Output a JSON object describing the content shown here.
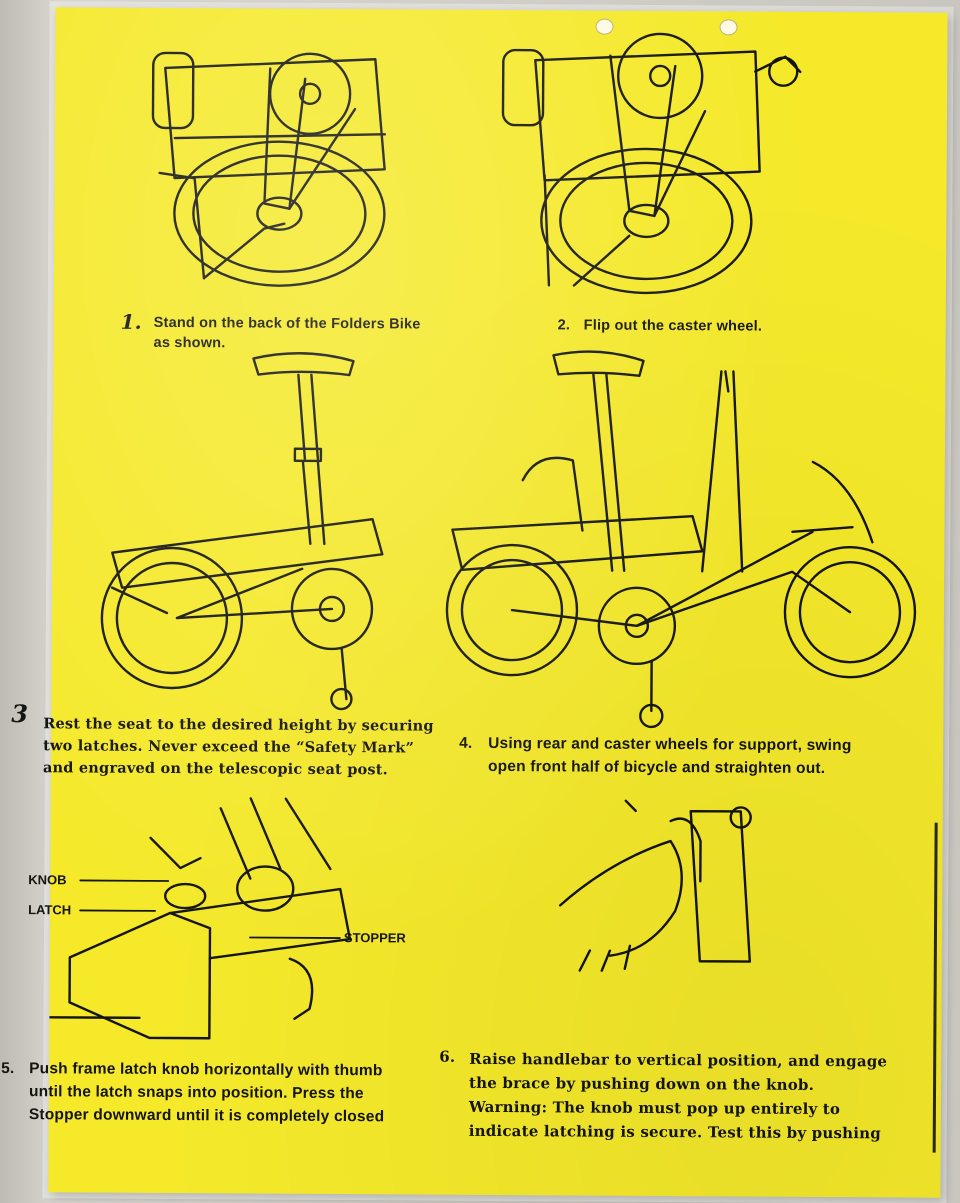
{
  "steps": [
    {
      "number": "1.",
      "lines": [
        "Stand on the back of the Folders Bike",
        "as shown."
      ]
    },
    {
      "number": "2.",
      "lines": [
        "Flip out the caster wheel."
      ]
    },
    {
      "number": "3",
      "lines": [
        "Rest the seat to the desired height by securing",
        "two latches.   Never exceed the “Safety Mark”",
        "and engraved on the telescopic seat post."
      ]
    },
    {
      "number": "4.",
      "lines": [
        "Using rear and caster wheels for support, swing",
        "open front half of bicycle and straighten out."
      ]
    },
    {
      "number": "5.",
      "lines": [
        "Push frame latch knob horizontally with thumb",
        "until the latch snaps into position. Press the",
        "Stopper downward until it is completely closed"
      ]
    },
    {
      "number": "6.",
      "lines": [
        "Raise handlebar to vertical position, and engage",
        "the brace by pushing down on the knob.",
        "Warning: The knob must pop up entirely to",
        "indicate latching is secure.  Test this by pushing"
      ]
    }
  ],
  "labels": {
    "knob": "KNOB",
    "latch": "LATCH",
    "stopper": "STOPPER"
  },
  "colors": {
    "paper": "#f5e92a",
    "ink": "#141410"
  }
}
